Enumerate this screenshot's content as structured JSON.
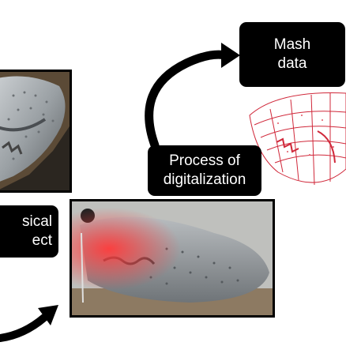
{
  "labels": {
    "mesh": [
      "Mash",
      "data"
    ],
    "process": [
      "Process of",
      "digitalization"
    ],
    "physical": [
      "sical",
      "ect"
    ]
  },
  "colors": {
    "label_bg": "#000000",
    "label_text": "#ffffff",
    "mesh_red": "#d0283a",
    "laser_red": "#ff2a2a"
  },
  "icons": {
    "arrow_top": "curved-arrow-icon",
    "arrow_bottom": "curved-arrow-icon"
  }
}
